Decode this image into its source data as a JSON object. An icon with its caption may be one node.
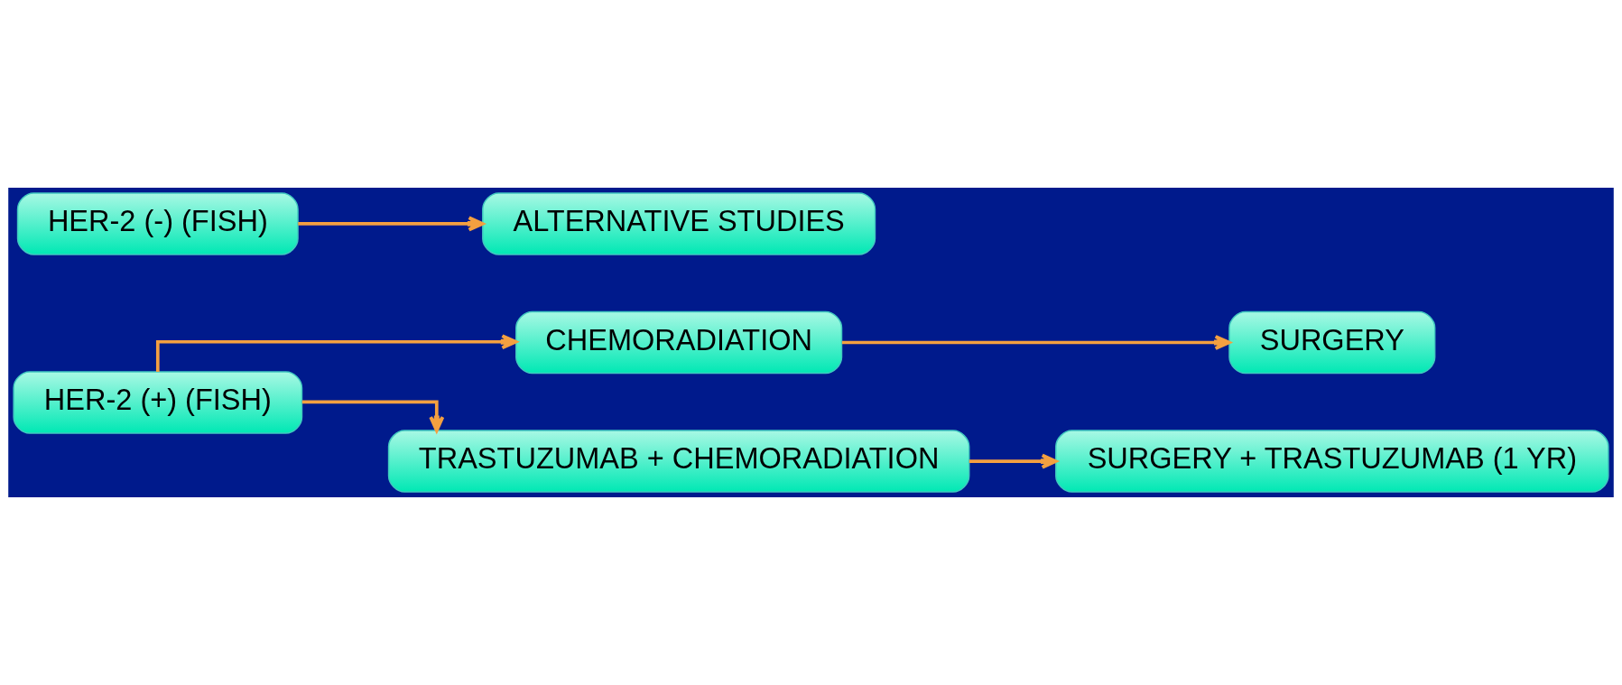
{
  "diagram": {
    "nodes": [
      {
        "text": [
          "HER-2 (+) (FISH)"
        ]
      },
      {
        "text": [
          "CHEMORADIATION"
        ]
      },
      {
        "text": [
          "SURGERY"
        ]
      },
      {
        "text": [
          "TRASTUZUMAB + CHEMORADIATION"
        ]
      },
      {
        "text": [
          "SURGERY + TRASTUZUMAB (1 YR)"
        ]
      },
      {
        "text": [
          "HER-2 (-) (FISH)"
        ]
      },
      {
        "text": [
          "ALTERNATIVE STUDIES"
        ]
      }
    ],
    "edges": [
      {
        "from": 0,
        "to": 1,
        "arrow": "to"
      },
      {
        "from": 0,
        "to": 3,
        "arrow": "to"
      },
      {
        "from": 1,
        "to": 2,
        "arrow": "to"
      },
      {
        "from": 3,
        "to": 4,
        "arrow": "to"
      },
      {
        "from": 5,
        "to": 6,
        "arrow": "to"
      }
    ]
  }
}
